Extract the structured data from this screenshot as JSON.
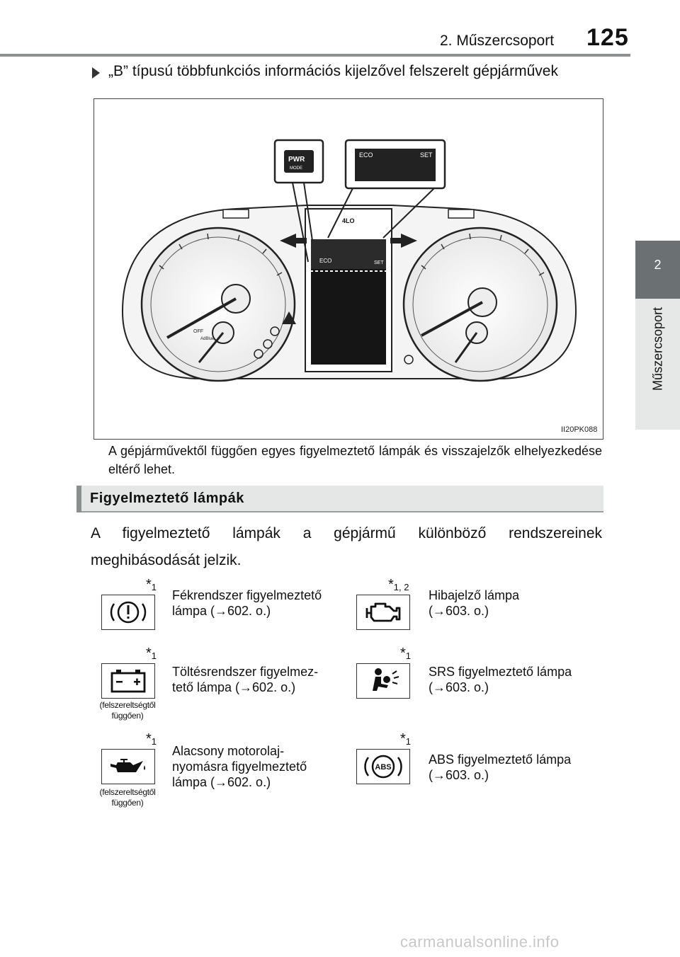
{
  "header": {
    "chapter": "2. Műszercsoport",
    "page_number": "125"
  },
  "side_tab": {
    "number": "2",
    "label": "Műszercsoport"
  },
  "intro": {
    "text": "„B” típusú többfunkciós információs kijelzővel felszerelt gépjárművek"
  },
  "figure": {
    "code": "II20PK088"
  },
  "caption": "A gépjárművektől függően egyes figyelmeztető lámpák és visszajelzők elhelyezkedése eltérő lehet.",
  "section": {
    "title": "Figyelmeztető lámpák",
    "body": "A figyelmeztető lámpák a gépjármű különböző rendszereinek meghibásodását jelzik."
  },
  "entries": [
    {
      "star": "*",
      "sup": "1",
      "line1": "Fékrendszer figyelmeztető",
      "line2": "lámpa (→602. o.)",
      "line3": "",
      "note1": "",
      "note2": "",
      "icon": "brake-warning-icon"
    },
    {
      "star": "*",
      "sup": "1, 2",
      "line1": "Hibajelző lámpa",
      "line2": "(→603. o.)",
      "line3": "",
      "note1": "",
      "note2": "",
      "icon": "engine-malfunction-icon"
    },
    {
      "star": "*",
      "sup": "1",
      "line1": "Töltésrendszer figyelmez-",
      "line2": "tető lámpa (→602. o.)",
      "line3": "",
      "note1": "(felszereltségtől",
      "note2": "függően)",
      "icon": "battery-charging-icon"
    },
    {
      "star": "*",
      "sup": "1",
      "line1": "SRS figyelmeztető lámpa",
      "line2": "(→603. o.)",
      "line3": "",
      "note1": "",
      "note2": "",
      "icon": "srs-airbag-icon"
    },
    {
      "star": "*",
      "sup": "1",
      "line1": "Alacsony motorolaj-",
      "line2": "nyomásra figyelmeztető",
      "line3": "lámpa (→602. o.)",
      "note1": "(felszereltségtől",
      "note2": "függően)",
      "icon": "oil-pressure-icon"
    },
    {
      "star": "*",
      "sup": "1",
      "line1": "ABS figyelmeztető lámpa",
      "line2": "(→603. o.)",
      "line3": "",
      "note1": "",
      "note2": "",
      "icon": "abs-warning-icon"
    }
  ],
  "figure_labels": {
    "pwr": "PWR",
    "mode": "MODE",
    "eco": "ECO",
    "off": "OFF",
    "set": "SET",
    "four_lo": "4LO",
    "adblue": "AdBlue"
  },
  "footer": {
    "watermark": "carmanualsonline.info"
  }
}
